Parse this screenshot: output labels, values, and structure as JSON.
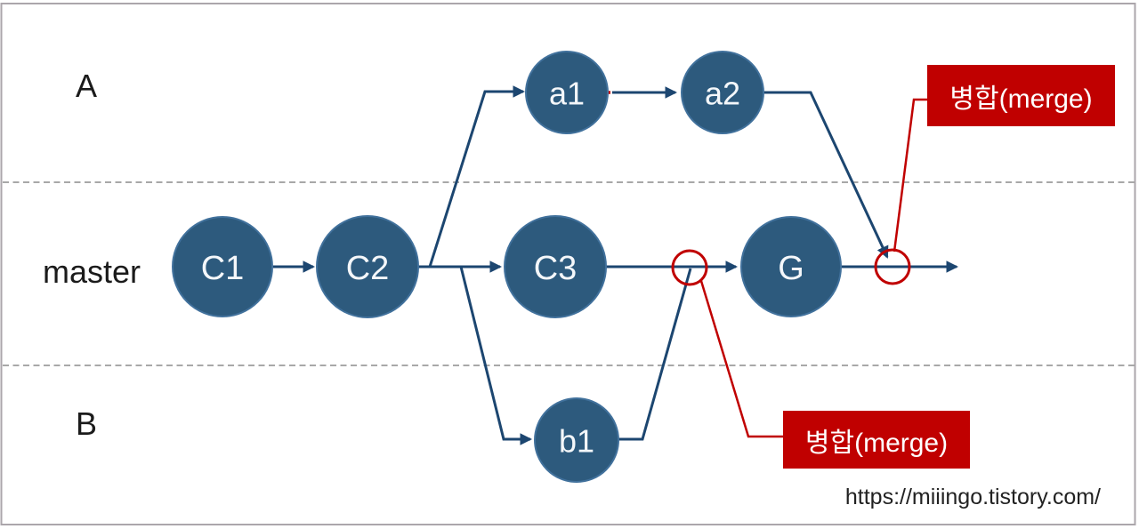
{
  "diagram": {
    "lanes": [
      {
        "id": "branch-a",
        "label": "A"
      },
      {
        "id": "master",
        "label": "master"
      },
      {
        "id": "branch-b",
        "label": "B"
      }
    ],
    "nodes": {
      "c1": {
        "label": "C1",
        "lane": "master"
      },
      "c2": {
        "label": "C2",
        "lane": "master"
      },
      "c3": {
        "label": "C3",
        "lane": "master"
      },
      "g": {
        "label": "G",
        "lane": "master"
      },
      "a1": {
        "label": "a1",
        "lane": "branch-a"
      },
      "a2": {
        "label": "a2",
        "lane": "branch-a"
      },
      "b1": {
        "label": "b1",
        "lane": "branch-b"
      }
    },
    "edges": [
      {
        "from": "C1",
        "to": "C2"
      },
      {
        "from": "C2",
        "to": "C3"
      },
      {
        "from": "C3",
        "to": "G"
      },
      {
        "from": "G",
        "to": "master-tip"
      },
      {
        "from": "C2",
        "to": "a1"
      },
      {
        "from": "a1",
        "to": "a2"
      },
      {
        "from": "a2",
        "to": "merge-point-2"
      },
      {
        "from": "C2",
        "to": "b1"
      },
      {
        "from": "b1",
        "to": "merge-point-1"
      }
    ],
    "merge_points": [
      {
        "id": "merge-point-1",
        "location": "between C3 and G on master"
      },
      {
        "id": "merge-point-2",
        "location": "after G on master"
      }
    ],
    "annotations": {
      "merge_top": "병합(merge)",
      "merge_bottom": "병합(merge)"
    },
    "watermark": "https://miiingo.tistory.com/",
    "colors": {
      "node_fill": "#2d5a7d",
      "node_stroke": "#41719c",
      "line_blue": "#1c4670",
      "accent_red": "#c00000",
      "dashed_gray": "#a8a8a8",
      "frame_gray": "#aba6ab"
    }
  }
}
